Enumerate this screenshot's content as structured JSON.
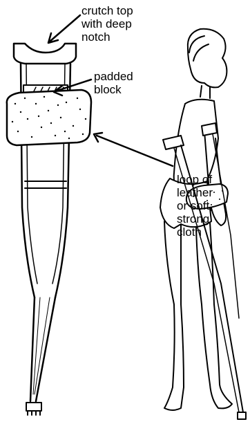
{
  "labels": {
    "crutch_top": "crutch top\nwith deep\nnotch",
    "padded_block": "padded\nblock",
    "loop": "loop of\nleather\nor soft,\nstrong\ncloth"
  }
}
